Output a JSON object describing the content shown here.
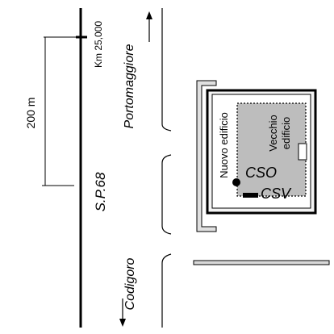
{
  "labels": {
    "road": "S.P.68",
    "km": "Km 25,000",
    "north_direction": "Portomaggiore",
    "south_direction": "Codigoro",
    "scale": "200 m",
    "new_building": "Nuovo edificio",
    "old_building_line1": "Vecchio",
    "old_building_line2": "edificio",
    "cso": "CSO",
    "csv": "CSV"
  },
  "colors": {
    "building_fill": "#bdbdbd",
    "outline_fill": "#e0e0e0",
    "line": "#000000",
    "sidewalk": "#d8d8d8"
  }
}
